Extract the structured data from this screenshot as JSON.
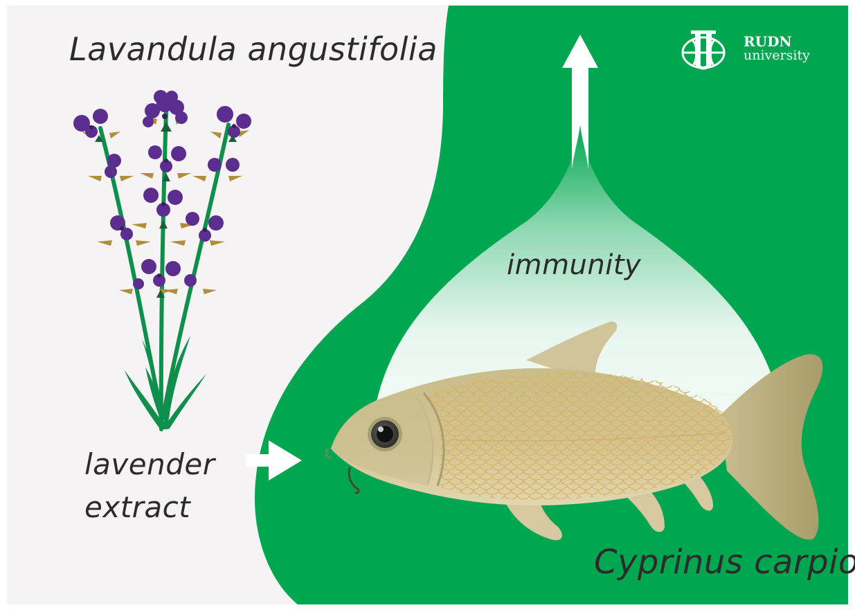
{
  "colors": {
    "background": "#f6f3f4",
    "green": "#00a650",
    "lavender": "#5b2d8e",
    "stem": "#0e8f4b",
    "calyx": "#b18f3a",
    "fish_body": "#cfc28e",
    "fish_scales": "#d8b56a",
    "text": "#2b2b2b",
    "white": "#ffffff"
  },
  "labels": {
    "plant_species": "Lavandula angustifolia",
    "extract_line1": "lavender",
    "extract_line2": "extract",
    "immunity": "immunity",
    "fish_species": "Cyprinus carpio"
  },
  "logo": {
    "line1": "RUDN",
    "line2": "university"
  },
  "icons": [
    "lavender-illustration",
    "carp-illustration",
    "arrow-right-icon",
    "arrow-up-icon",
    "rudn-logo-icon"
  ]
}
